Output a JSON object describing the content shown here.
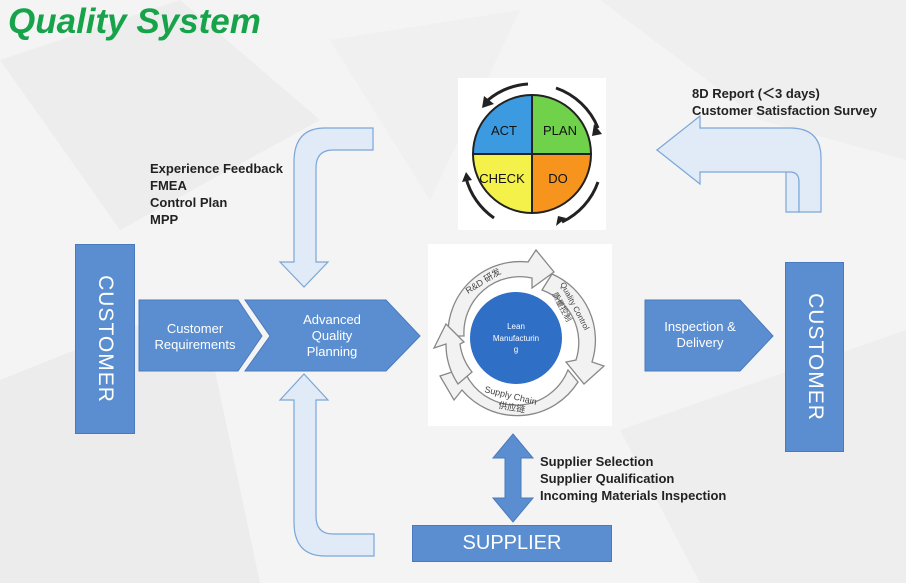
{
  "title": "Quality System",
  "customer_left": "CUSTOMER",
  "customer_right": "CUSTOMER",
  "supplier": "SUPPLIER",
  "arrows": {
    "customer_requirements": [
      "Customer",
      "Requirements"
    ],
    "advanced_quality_planning": [
      "Advanced",
      "Quality",
      "Planning"
    ],
    "inspection_delivery": [
      "Inspection &",
      "Delivery"
    ]
  },
  "feedback_list": [
    "Experience Feedback",
    "FMEA",
    "Control Plan",
    "MPP"
  ],
  "report_list": [
    "8D Report   (＜3 days)",
    "Customer Satisfaction Survey"
  ],
  "supplier_list": [
    "Supplier Selection",
    "Supplier Qualification",
    "Incoming Materials Inspection"
  ],
  "pdca": {
    "act": "ACT",
    "plan": "PLAN",
    "check": "CHECK",
    "do": "DO",
    "colors": {
      "act": "#3c9be0",
      "plan": "#6fd24a",
      "check": "#f4f24a",
      "do": "#f7941d"
    }
  },
  "lean": {
    "center": [
      "Lean",
      "Manufacturin",
      "g"
    ],
    "rd": "R&D 研发",
    "quality_control": "Quality Control",
    "quality_control_cn": "质量控制",
    "supply_chain": "Supply Chain",
    "supply_chain_cn": "供应链"
  },
  "colors": {
    "box": "#5a8ed0",
    "title": "#17a34a",
    "uarrow": "#dbe7f6"
  }
}
